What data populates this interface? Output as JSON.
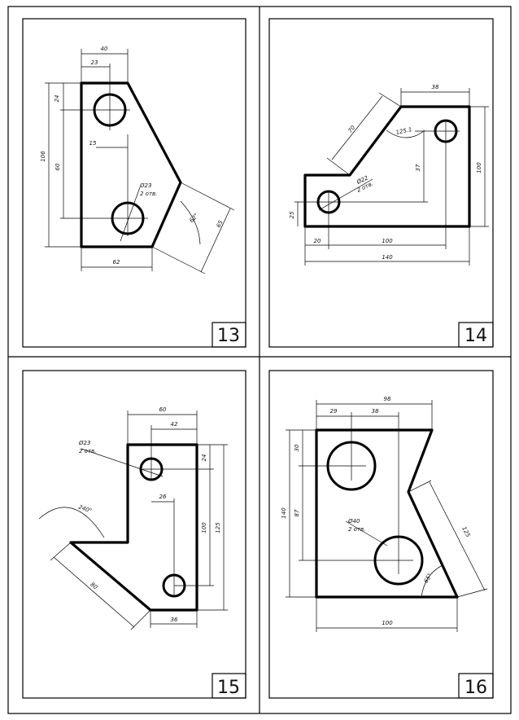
{
  "sheets": [
    {
      "number": "13",
      "dims": {
        "top_outer": "40",
        "top_inner": "23",
        "left_small": "24",
        "left_outer": "106",
        "left_inner": "60",
        "mid": "15",
        "bottom": "62",
        "right_long": "65",
        "angle": "62°"
      },
      "hole_note": {
        "diameter": "Ø23",
        "count": "2 отв."
      }
    },
    {
      "number": "14",
      "dims": {
        "top": "38",
        "diag": "70",
        "angle": "125.1",
        "mid_vert": "37",
        "right": "100",
        "left_small": "25",
        "bottom_a": "20",
        "bottom_b": "100",
        "bottom_total": "140"
      },
      "hole_note": {
        "diameter": "Ø22",
        "count": "2 отв."
      }
    },
    {
      "number": "15",
      "dims": {
        "top_outer": "60",
        "top_inner": "42",
        "right_small": "24",
        "right_inner": "100",
        "right_outer": "125",
        "mid": "26",
        "bottom": "36",
        "angle": "240°",
        "diag": "80"
      },
      "hole_note": {
        "diameter": "Ø23",
        "count": "2 отв."
      }
    },
    {
      "number": "16",
      "dims": {
        "top_outer": "98",
        "top_a": "29",
        "top_b": "38",
        "left_small": "30",
        "left_inner": "87",
        "left_outer": "140",
        "right_diag": "125",
        "angle": "65°",
        "bottom": "100"
      },
      "hole_note": {
        "diameter": "Ø40",
        "count": "2 отв."
      }
    }
  ]
}
